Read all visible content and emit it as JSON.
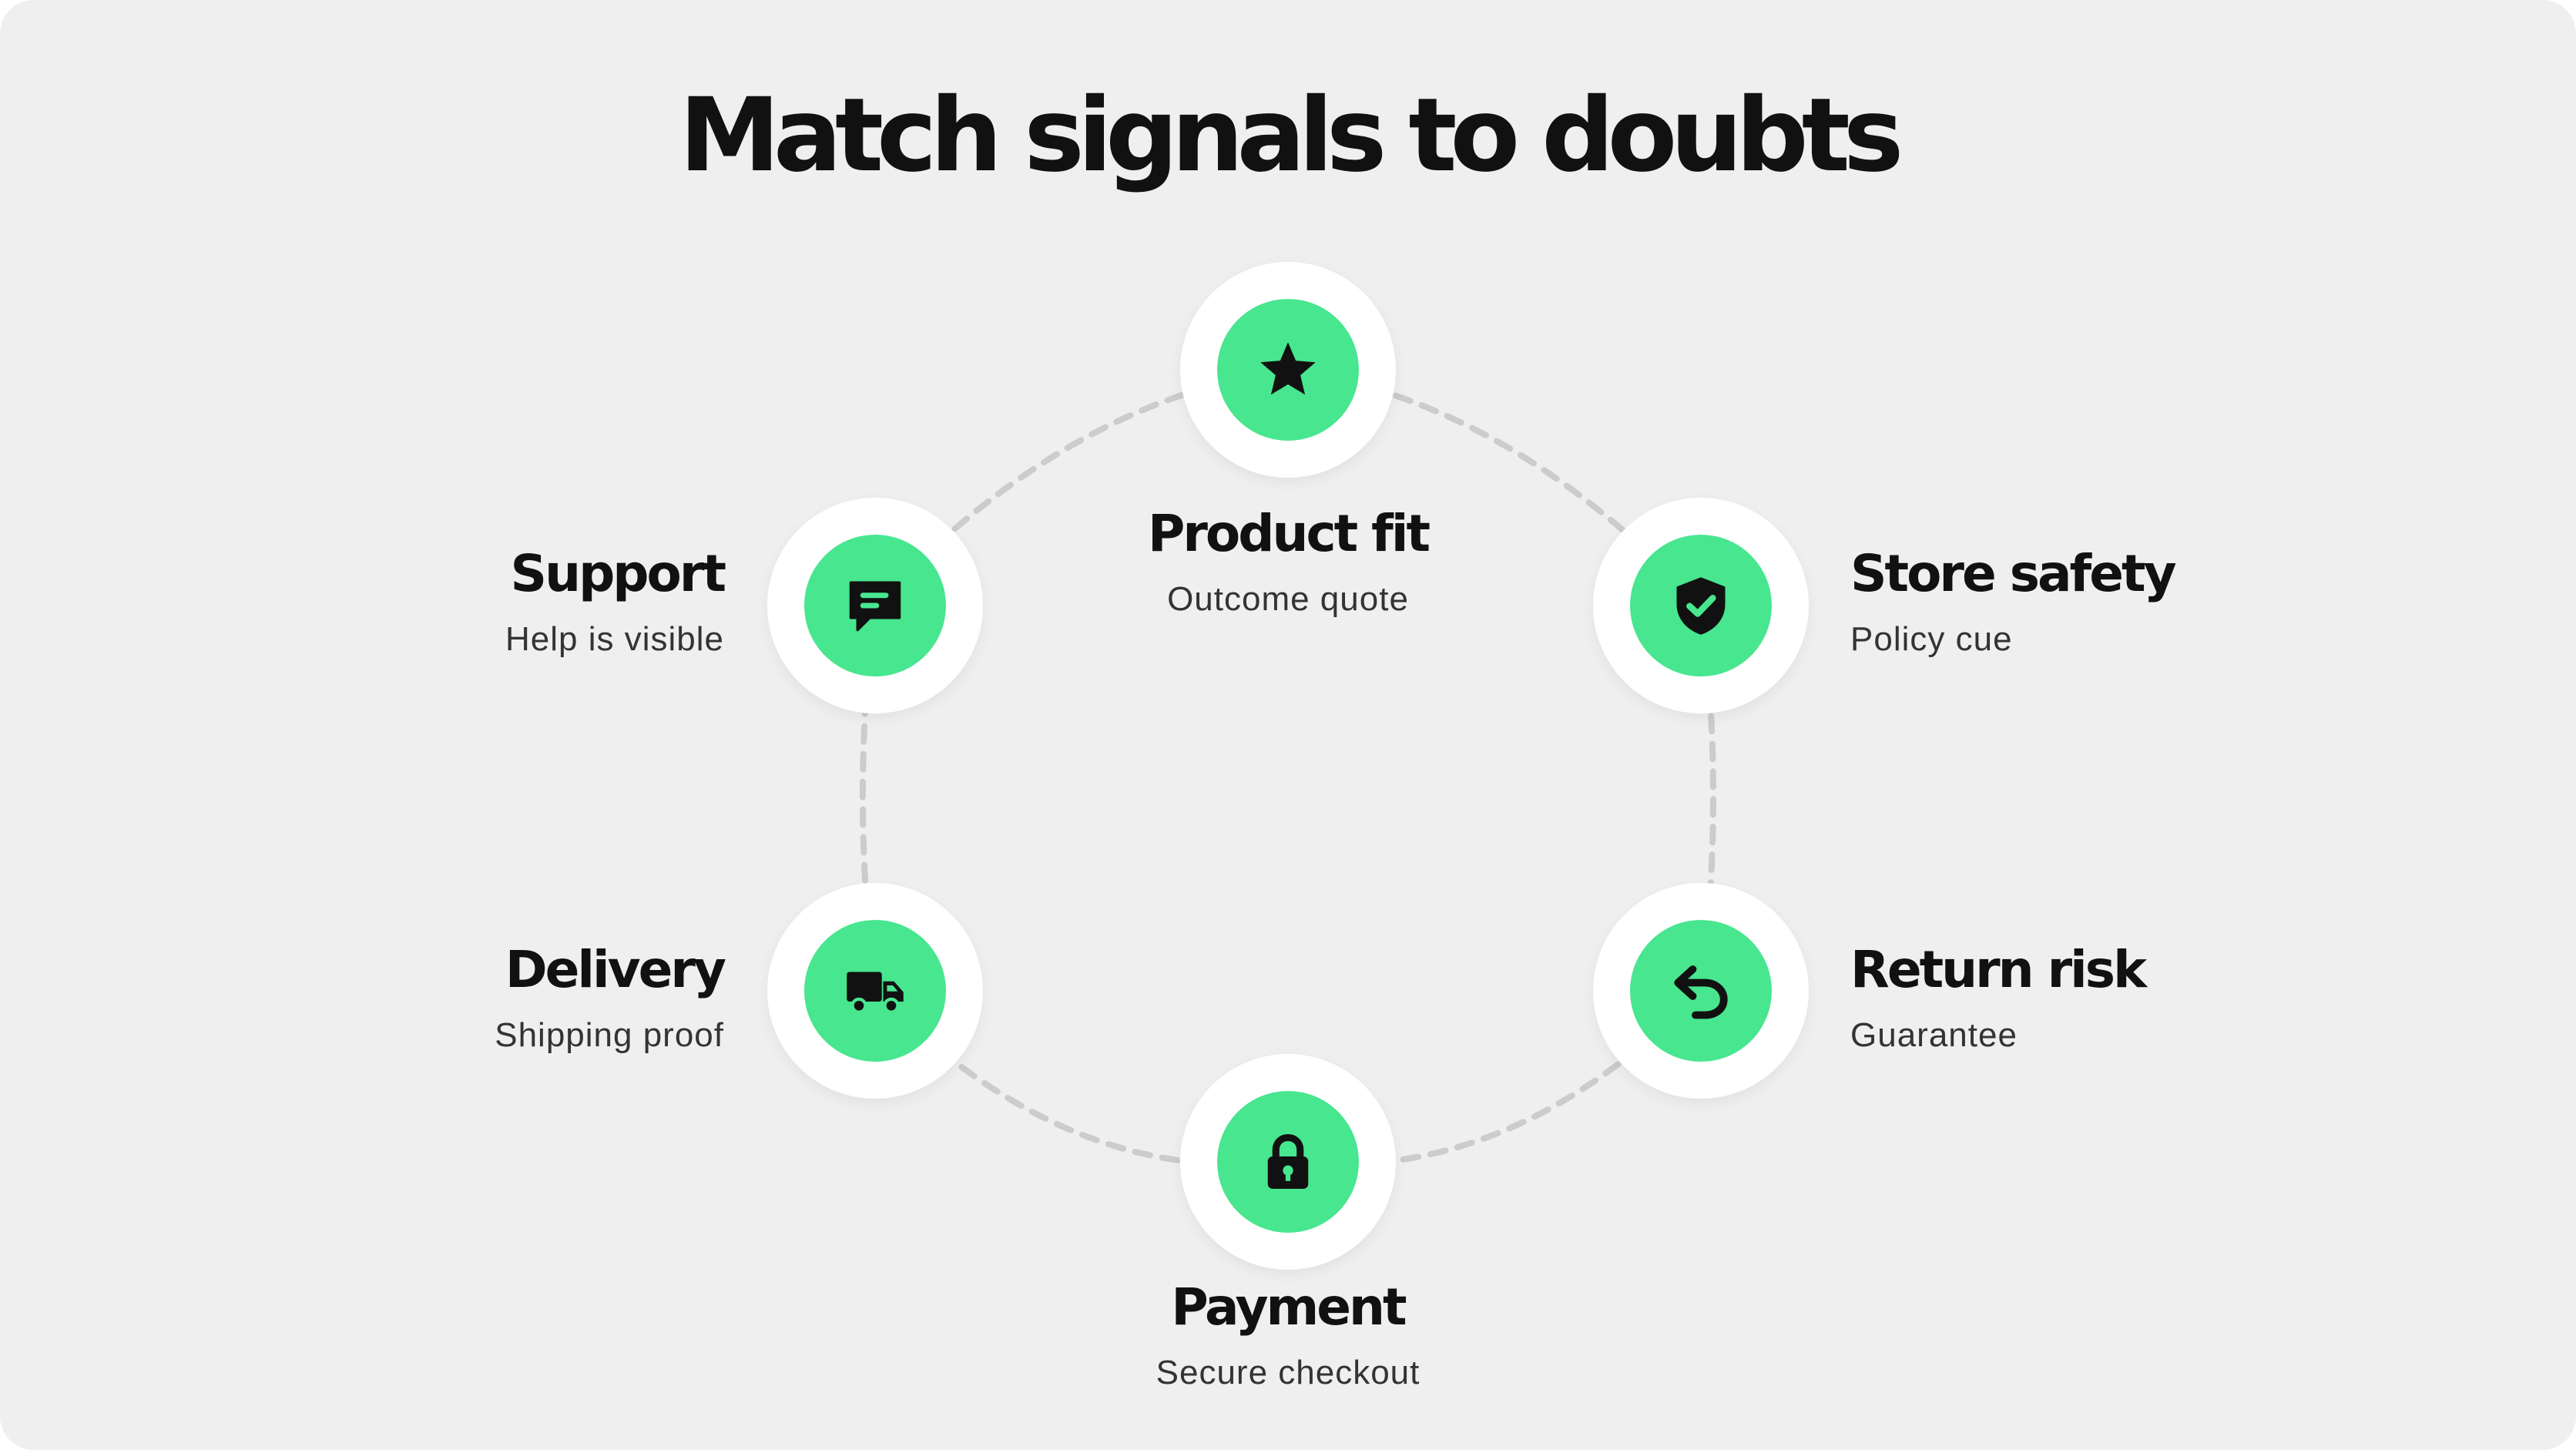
{
  "title": "Match signals to doubts",
  "colors": {
    "background": "#efefef",
    "accent": "#47e68f",
    "node_ring": "#ffffff",
    "connector": "#cccccc",
    "text": "#111111"
  },
  "nodes": [
    {
      "id": "product-fit",
      "name": "Product fit",
      "sub": "Outcome quote",
      "icon": "star-icon"
    },
    {
      "id": "store-safety",
      "name": "Store safety",
      "sub": "Policy cue",
      "icon": "shield-check-icon"
    },
    {
      "id": "return-risk",
      "name": "Return risk",
      "sub": "Guarantee",
      "icon": "undo-arrow-icon"
    },
    {
      "id": "payment",
      "name": "Payment",
      "sub": "Secure checkout",
      "icon": "padlock-icon"
    },
    {
      "id": "delivery",
      "name": "Delivery",
      "sub": "Shipping proof",
      "icon": "truck-icon"
    },
    {
      "id": "support",
      "name": "Support",
      "sub": "Help is visible",
      "icon": "chat-bubble-icon"
    }
  ]
}
